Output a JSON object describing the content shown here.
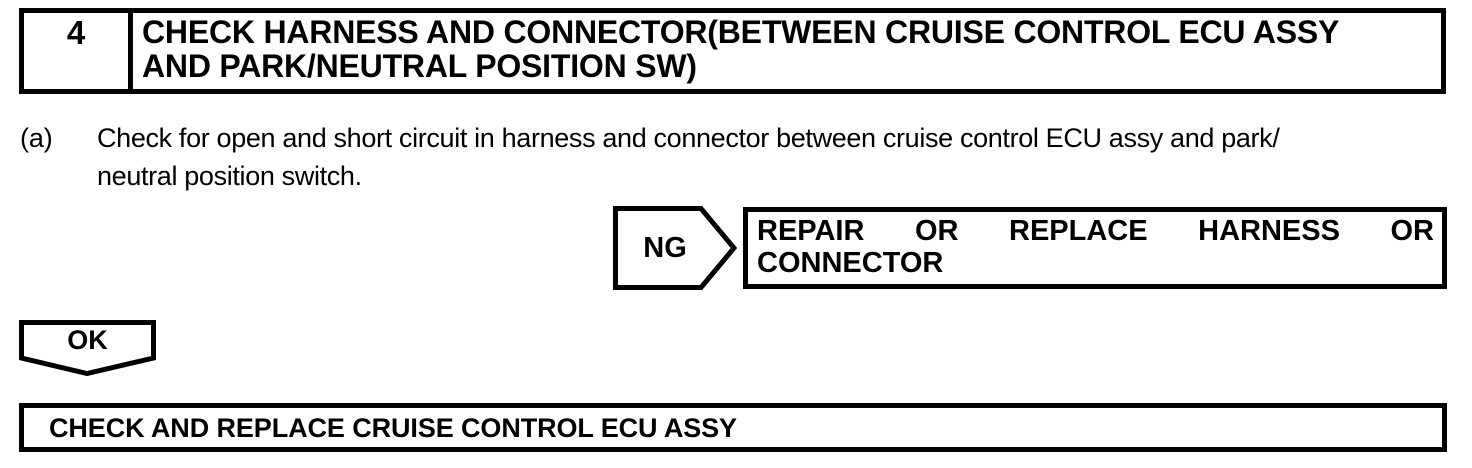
{
  "document": {
    "type": "automotive-diagnostic-flowchart",
    "colors": {
      "ink": "#000000",
      "background": "#ffffff"
    }
  },
  "step_header": {
    "number": "4",
    "title": "CHECK HARNESS AND CONNECTOR(BETWEEN CRUISE CONTROL ECU ASSY\nAND PARK/NEUTRAL POSITION SW)"
  },
  "procedure": {
    "marker": "(a)",
    "text": "Check for open and short circuit in harness and connector between cruise control ECU assy and park/\nneutral position switch."
  },
  "branch_ng": {
    "tag_label": "NG",
    "result_line1_words": [
      "REPAIR",
      "OR",
      "REPLACE",
      "HARNESS",
      "OR"
    ],
    "result_line2": "CONNECTOR",
    "result_full": "REPAIR OR REPLACE HARNESS OR CONNECTOR"
  },
  "branch_ok": {
    "tag_label": "OK"
  },
  "final_action": {
    "text": "CHECK AND REPLACE CRUISE CONTROL ECU ASSY"
  }
}
